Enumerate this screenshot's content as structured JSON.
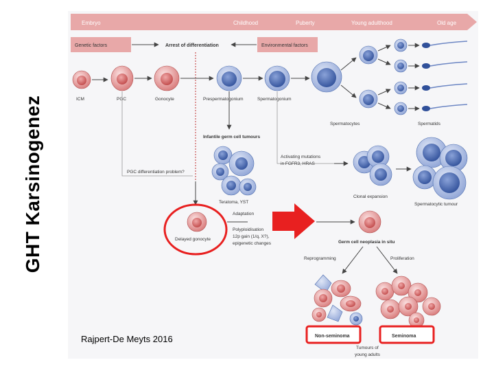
{
  "side_title": "GHT Karsinogenez",
  "citation": "Rajpert-De Meyts 2016",
  "stages": [
    "Embryo",
    "Childhood",
    "Puberty",
    "Young adulthood",
    "Old age"
  ],
  "factors": {
    "genetic": "Genetic factors",
    "arrest": "Arrest of differentiation",
    "environmental": "Environmental factors"
  },
  "cells": {
    "icm": "ICM",
    "pgc": "PGC",
    "gonocyte": "Gonocyte",
    "prespermatogonium": "Prespermatogonium",
    "spermatogonium": "Spermatogonium",
    "spermatocytes": "Spermatocytes",
    "spermatids": "Spermatids"
  },
  "labels": {
    "infantile": "Infantile germ cell tumours",
    "pgc_problem": "PGC differentiation problem?",
    "teratoma": "Teratoma, YST",
    "activating_1": "Activating mutations",
    "activating_2": "in FGFR3, HRAS",
    "clonal": "Clonal expansion",
    "spermatocytic": "Spermatocytic tumour",
    "adaptation": "Adaptation",
    "polyploid_1": "Polyploidisation",
    "polyploid_2": "12p gain (1/q, X?),",
    "polyploid_3": "epigenetic changes",
    "delayed": "Delayed gonocyte",
    "gcnis": "Germ cell neoplasia in situ",
    "reprogramming": "Reprogramming",
    "proliferation": "Proliferation",
    "non_seminoma": "Non-seminoma",
    "seminoma": "Seminoma",
    "tumours_1": "Tumours of",
    "tumours_2": "young adults"
  },
  "colors": {
    "banner": "#e8a8a8",
    "pink_cell": "#e49090",
    "blue_cell": "#4f72b8",
    "lavender_cell": "#b6c4e4",
    "highlight_red": "#e82020"
  }
}
